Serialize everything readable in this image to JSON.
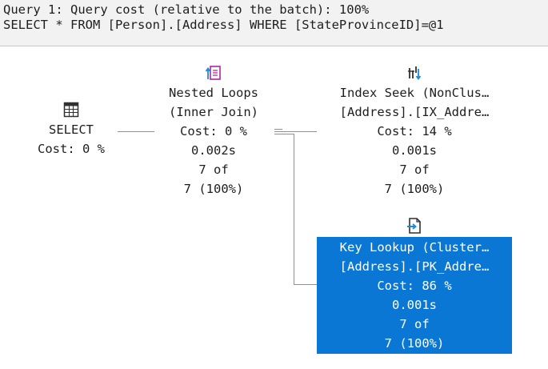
{
  "header": {
    "line1": "Query 1: Query cost (relative to the batch): 100%",
    "line2": "SELECT * FROM [Person].[Address] WHERE [StateProvinceID]=@1"
  },
  "nodes": {
    "select": {
      "icon": "table-grid-icon",
      "label": "SELECT",
      "cost": "Cost: 0 %"
    },
    "nested_loops": {
      "icon": "nested-loops-icon",
      "label1": "Nested Loops",
      "label2": "(Inner Join)",
      "cost": "Cost: 0 %",
      "time": "0.002s",
      "rows_of": "7 of",
      "rows_pct": "7 (100%)"
    },
    "index_seek": {
      "icon": "index-seek-icon",
      "label1": "Index Seek (NonClus…",
      "label2": "[Address].[IX_Addre…",
      "cost": "Cost: 14 %",
      "time": "0.001s",
      "rows_of": "7 of",
      "rows_pct": "7 (100%)"
    },
    "key_lookup": {
      "icon": "key-lookup-icon",
      "label1": "Key Lookup (Cluster…",
      "label2": "[Address].[PK_Addre…",
      "cost": "Cost: 86 %",
      "time": "0.001s",
      "rows_of": "7 of",
      "rows_pct": "7 (100%)",
      "selected": true
    }
  },
  "colors": {
    "selection": "#0a77d5",
    "icon_blue": "#1e8bd6",
    "icon_magenta": "#b3239f",
    "edge": "#909090",
    "header_bg": "#f2f2f2"
  }
}
